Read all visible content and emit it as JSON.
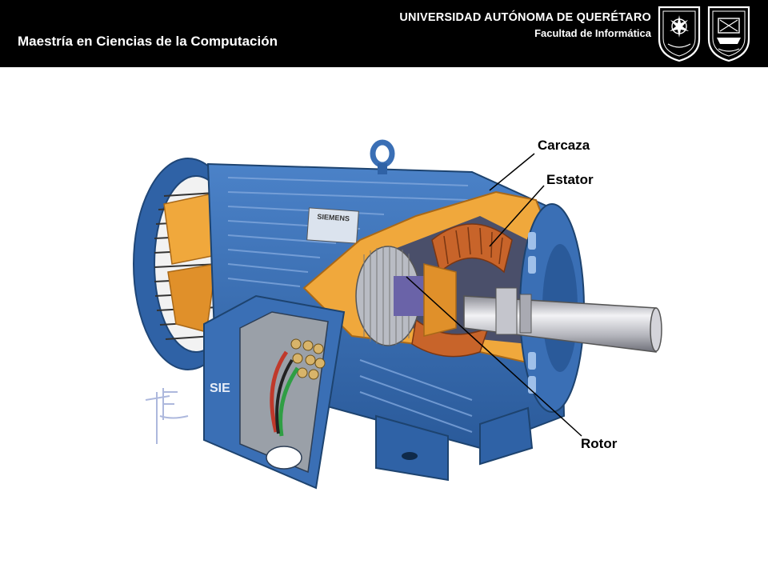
{
  "header": {
    "course_title": "Maestría en Ciencias de la Computación",
    "university": "UNIVERSIDAD AUTÓNOMA DE QUERÉTARO",
    "faculty": "Facultad de Informática",
    "background": "#000000",
    "seals": [
      "university-seal-icon",
      "faculty-seal-icon"
    ]
  },
  "diagram": {
    "subject": "electric-motor-cutaway",
    "nameplate_text": "SIEMENS",
    "terminal_box_text": "SIE",
    "colors": {
      "housing": "#3a6fb5",
      "housing_dark": "#244f8a",
      "cutaway": "#f0a83c",
      "copper": "#c8642a",
      "shaft": "#c9c9cf"
    },
    "labels": [
      {
        "id": "carcaza",
        "text": "Carcaza"
      },
      {
        "id": "estator",
        "text": "Estator"
      },
      {
        "id": "rotor",
        "text": "Rotor"
      }
    ]
  }
}
